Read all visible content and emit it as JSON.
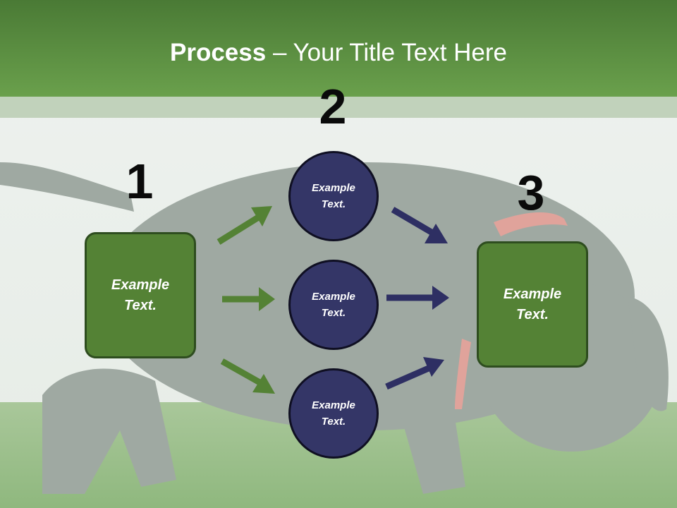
{
  "title": {
    "bold": "Process",
    "rest": " – Your Title Text Here"
  },
  "steps": {
    "one": "1",
    "two": "2",
    "three": "3"
  },
  "left_box": {
    "text": "Example\nText."
  },
  "right_box": {
    "text": "Example\nText."
  },
  "circles": [
    {
      "text": "Example\nText."
    },
    {
      "text": "Example\nText."
    },
    {
      "text": "Example\nText."
    }
  ],
  "colors": {
    "header": "#6aa04c",
    "box": "#548235",
    "circle": "#343667",
    "green_arrow": "#548235",
    "navy_arrow": "#2e2f63"
  },
  "background_image": "black-puppy-on-grass-icon"
}
